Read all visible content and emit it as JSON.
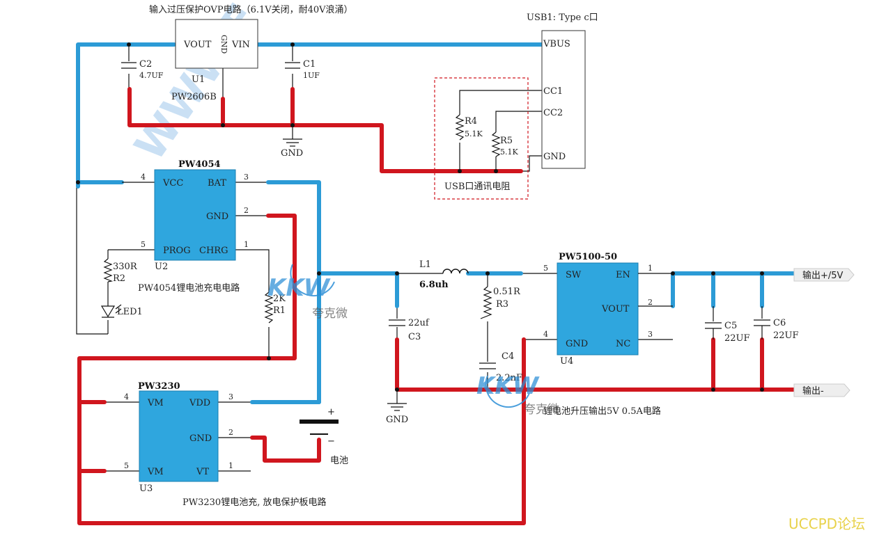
{
  "watermark": {
    "text": "WWW.F",
    "kkw_logo": "KKW",
    "kkw_sub": "夸克微",
    "forum": "UCCPD论坛"
  },
  "titles": {
    "ovp": "输入过压保护OVP电路（6.1V关闭，耐40V浪涌）",
    "usb_conn": "USB1: Type c口",
    "usb_res": "USB口通讯电阻",
    "charger": "PW4054锂电池充电电路",
    "protect": "PW3230锂电池充, 放电保护板电路",
    "boost": "锂电池升压输出5V 0.5A电路",
    "battery": "电池",
    "out_pos": "输出+/5V",
    "out_neg": "输出-"
  },
  "u1": {
    "name": "U1",
    "part": "PW2606B",
    "pins": {
      "vout": "VOUT",
      "gnd": "GND",
      "vin": "VIN"
    }
  },
  "usb": {
    "pins": {
      "vbus": "VBUS",
      "cc1": "CC1",
      "cc2": "CC2",
      "gnd": "GND"
    }
  },
  "u2": {
    "name": "U2",
    "part": "PW4054",
    "pins": {
      "vcc": "VCC",
      "bat": "BAT",
      "gnd": "GND",
      "prog": "PROG",
      "chrg": "CHRG"
    },
    "pin_nums": {
      "vcc": "4",
      "bat": "3",
      "gnd": "2",
      "prog": "5",
      "chrg": "1"
    }
  },
  "u3": {
    "name": "U3",
    "part": "PW3230",
    "pins": {
      "vm1": "VM",
      "vdd": "VDD",
      "gnd": "GND",
      "vm2": "VM",
      "vt": "VT"
    },
    "pin_nums": {
      "vm1": "4",
      "vdd": "3",
      "gnd": "2",
      "vm2": "5",
      "vt": "1"
    }
  },
  "u4": {
    "name": "U4",
    "part": "PW5100-50",
    "pins": {
      "sw": "SW",
      "en": "EN",
      "vout": "VOUT",
      "gnd": "GND",
      "nc": "NC"
    },
    "pin_nums": {
      "sw": "5",
      "en": "1",
      "vout": "2",
      "gnd": "4",
      "nc": "3"
    }
  },
  "components": {
    "c1": {
      "ref": "C1",
      "value": "1UF"
    },
    "c2": {
      "ref": "C2",
      "value": "4.7UF"
    },
    "c3": {
      "ref": "C3",
      "value": "22uf"
    },
    "c4": {
      "ref": "C4",
      "value": "2.2nF"
    },
    "c5": {
      "ref": "C5",
      "value": "22UF"
    },
    "c6": {
      "ref": "C6",
      "value": "22UF"
    },
    "r1": {
      "ref": "R1",
      "value": "2K"
    },
    "r2": {
      "ref": "R2",
      "value": "330R"
    },
    "r3": {
      "ref": "R3",
      "value": "0.51R"
    },
    "r4": {
      "ref": "R4",
      "value": "5.1K"
    },
    "r5": {
      "ref": "R5",
      "value": "5.1K"
    },
    "l1": {
      "ref": "L1",
      "value": "6.8uh"
    },
    "led1": {
      "ref": "LED1"
    },
    "gnd_label": "GND",
    "bat_plus": "+",
    "bat_minus": "−"
  }
}
